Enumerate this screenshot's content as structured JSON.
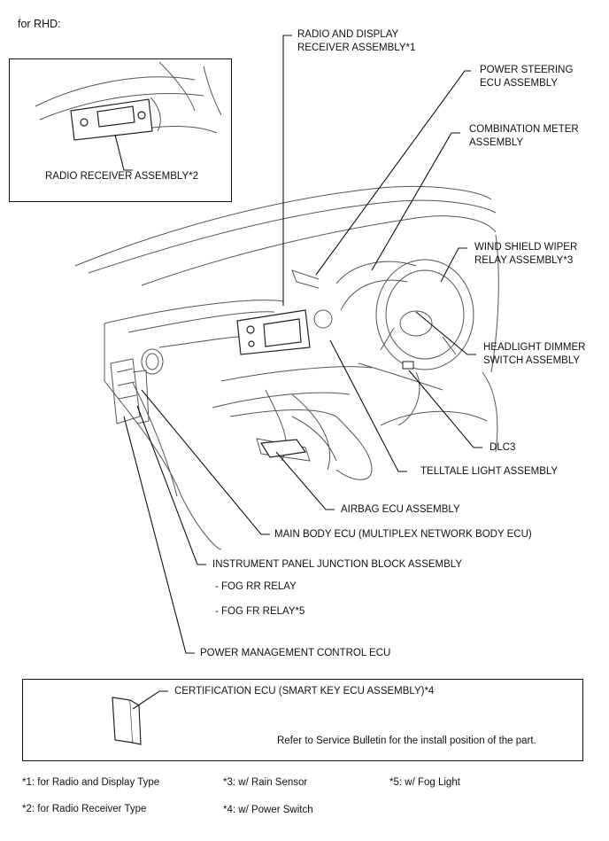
{
  "heading": "for RHD:",
  "inset_top": {
    "label": "RADIO RECEIVER ASSEMBLY*2"
  },
  "labels": {
    "radio_display": "RADIO AND DISPLAY\nRECEIVER ASSEMBLY*1",
    "power_steering": "POWER STEERING\nECU ASSEMBLY",
    "combination_meter": "COMBINATION METER\nASSEMBLY",
    "wiper_relay": "WIND SHIELD WIPER\nRELAY ASSEMBLY*3",
    "headlight_dimmer": "HEADLIGHT DIMMER\nSWITCH ASSEMBLY",
    "dlc3": "DLC3",
    "telltale": "TELLTALE LIGHT ASSEMBLY",
    "airbag": "AIRBAG ECU ASSEMBLY",
    "main_body": "MAIN BODY ECU (MULTIPLEX NETWORK BODY ECU)",
    "ip_junction": "INSTRUMENT PANEL JUNCTION BLOCK ASSEMBLY",
    "fog_rr": "- FOG RR RELAY",
    "fog_fr": "- FOG FR RELAY*5",
    "power_mgmt": "POWER MANAGEMENT CONTROL ECU"
  },
  "inset_bottom": {
    "label": "CERTIFICATION ECU (SMART KEY ECU ASSEMBLY)*4",
    "note": "Refer to Service Bulletin for the install position of the part."
  },
  "footnotes": [
    "*1: for Radio and Display Type",
    "*2: for Radio Receiver Type",
    "*3: w/ Rain Sensor",
    "*4: w/ Power Switch",
    "*5: w/ Fog Light"
  ]
}
